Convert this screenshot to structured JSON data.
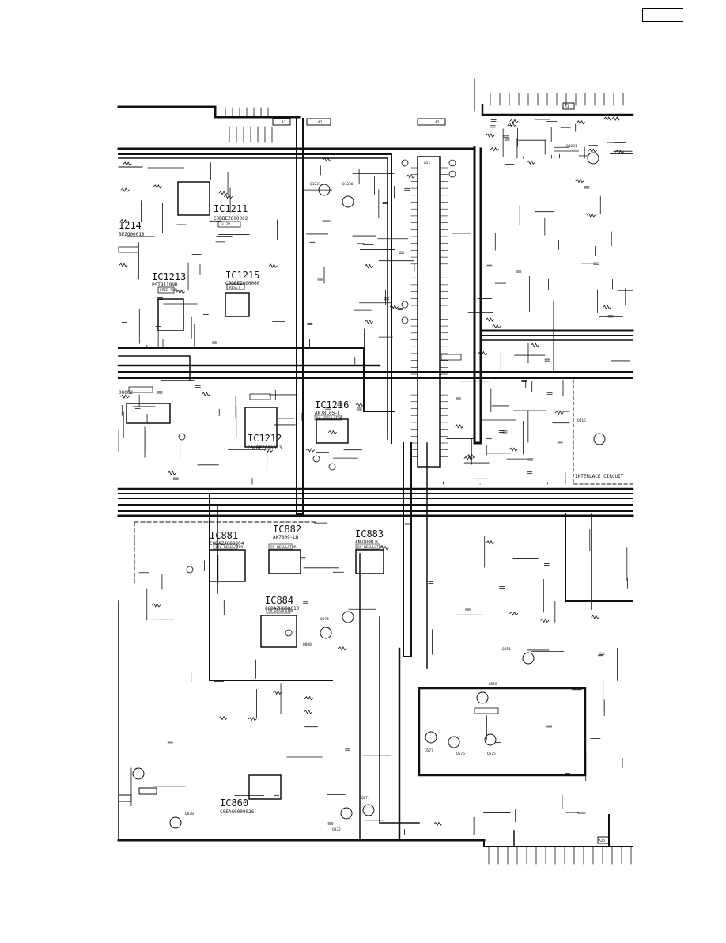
{
  "page": {
    "id_box": ""
  },
  "ics": [
    {
      "ref": "IC1211",
      "part": "C0DBEZG00002",
      "tag": "3.3V"
    },
    {
      "ref": "IC1213",
      "part": "PST9119NR",
      "tag": "FREE RUN"
    },
    {
      "ref": "IC1215",
      "part": "C0DBEZG00066",
      "tag": "RESET"
    },
    {
      "ref": "IC1216",
      "part": "AN78L05-T",
      "tag": "5V REGULATOR"
    },
    {
      "ref": "IC1212",
      "part": "C0CBEZG00013",
      "tag": ""
    },
    {
      "ref": "IC881",
      "part": "C0DAZJG00004",
      "tag": "12V REGULATOR"
    },
    {
      "ref": "IC882",
      "part": "AN7809-LB",
      "tag": "9V REGULATOR"
    },
    {
      "ref": "IC883",
      "part": "AN7808LB",
      "tag": "8V REGULATOR"
    },
    {
      "ref": "IC884",
      "part": "C0DAZHG00010",
      "tag": "5V REGULATOR"
    },
    {
      "ref": "IC860",
      "part": "C0EAG0000026",
      "tag": ""
    }
  ],
  "labels": {
    "partial_part": "BEZG00013",
    "partial_ref": "1214",
    "partial_left": "00002",
    "interlace": "INTERLACE CIRCUIT",
    "connector_a51": "A51",
    "connector_a1": "A1",
    "connector_a2": "A2",
    "connector_a3": "A3",
    "connector_a25": "A25"
  },
  "transistors": [
    {
      "ref": "Q1231"
    },
    {
      "ref": "Q1230"
    },
    {
      "ref": "Q4801"
    },
    {
      "ref": "Q415"
    },
    {
      "ref": "Q874"
    },
    {
      "ref": "Q880"
    },
    {
      "ref": "Q551"
    },
    {
      "ref": "Q555"
    },
    {
      "ref": "Q577"
    },
    {
      "ref": "Q576"
    },
    {
      "ref": "Q575"
    },
    {
      "ref": "Q870"
    },
    {
      "ref": "Q872"
    },
    {
      "ref": "Q871"
    }
  ],
  "colors": {
    "ink": "#111111",
    "paper": "#ffffff"
  }
}
